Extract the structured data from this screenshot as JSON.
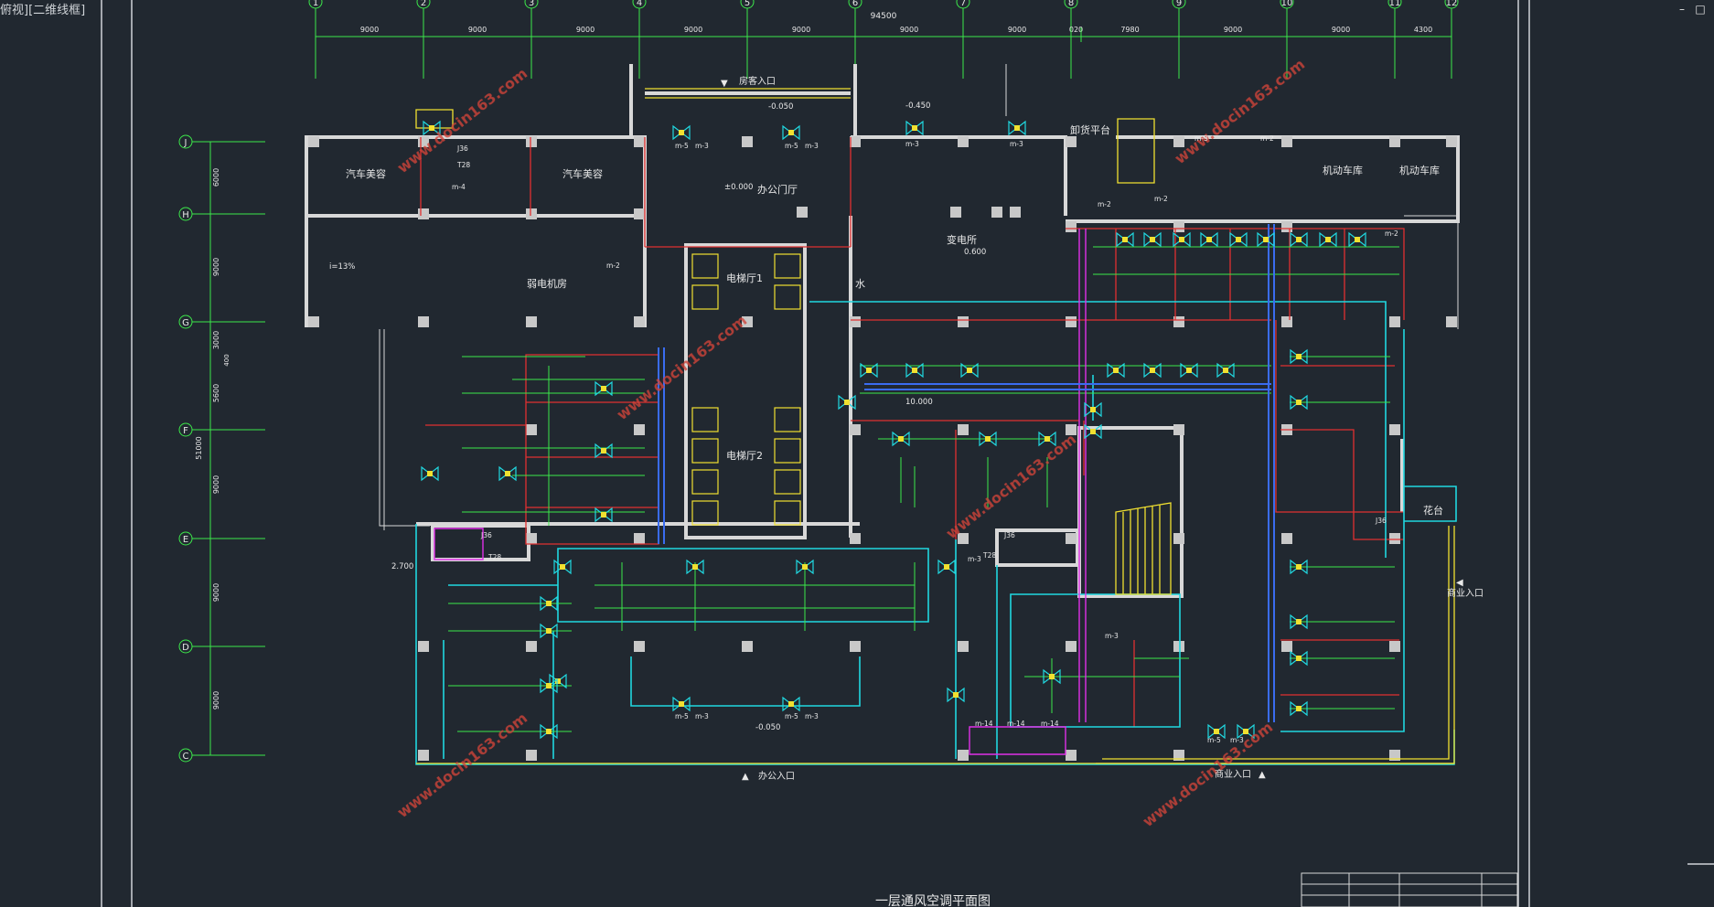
{
  "viewport_label": "俯视][二维线框]",
  "window_controls": [
    "–",
    "□"
  ],
  "axes": {
    "columns": [
      "1",
      "2",
      "3",
      "4",
      "5",
      "6",
      "7",
      "8",
      "9",
      "10",
      "11",
      "12"
    ],
    "rows": [
      "J",
      "H",
      "G",
      "F",
      "E",
      "D",
      "C"
    ],
    "total_dim": "94500",
    "segment_dims": [
      "9000",
      "9000",
      "9000",
      "9000",
      "9000",
      "9000",
      "9000",
      "020",
      "7980",
      "9000",
      "9000",
      "4300"
    ],
    "row_dims": [
      "6000",
      "9000",
      "3000",
      "5600",
      "9000",
      "9000",
      "9000"
    ],
    "total_row_dim": "51000",
    "row_subdim": "400"
  },
  "rooms": {
    "car_beauty_1": "汽车美容",
    "car_beauty_2": "汽车美容",
    "office_lobby": "办公门厅",
    "weak_elec": "弱电机房",
    "elevator_hall_1": "电梯厅1",
    "elevator_hall_2": "电梯厅2",
    "substation": "变电所",
    "water": "水",
    "loading": "卸货平台",
    "motor_garage_1": "机动车库",
    "motor_garage_2": "机动车库",
    "flower": "花台"
  },
  "entrances": {
    "top": "房客入口",
    "office": "办公入口",
    "commercial_right": "商业入口",
    "commercial_bottom": "商业入口"
  },
  "levels": {
    "top": "-0.050",
    "top2": "-0.450",
    "lobby": "±0.000",
    "substation": "0.600",
    "bottom": "-0.050",
    "left": "2.700",
    "slope": "i=13%",
    "center": "10.000"
  },
  "labels": {
    "j36": "J36",
    "t28": "T28",
    "m2": "m-2",
    "m3": "m-3",
    "m4": "m-4",
    "m5": "m-5",
    "m14": "m-14"
  },
  "watermark": "www.docin163.com",
  "drawing_title": "一层通风空调平面图",
  "colors": {
    "background": "#212830",
    "wall": "#d8d8d8",
    "red": "#e03030",
    "cyan": "#20d8e0",
    "green": "#3ce84a",
    "yellow": "#f0e030",
    "magenta": "#e030e8",
    "blue": "#3a6cf0",
    "white": "#e8e8e8"
  }
}
